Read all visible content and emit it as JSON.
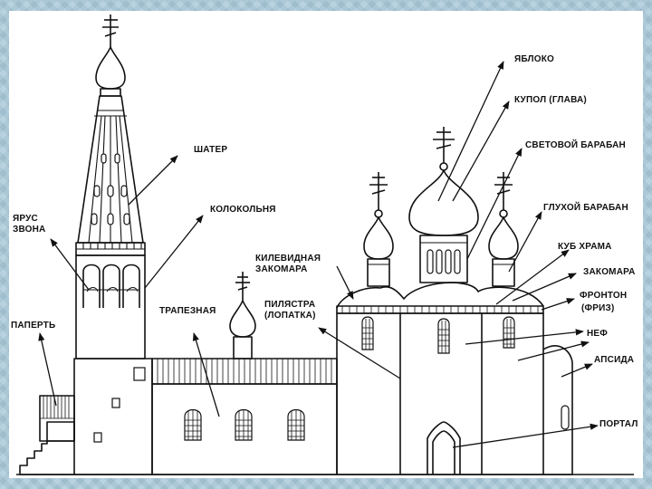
{
  "labels": {
    "yabloko": "ЯБЛОКО",
    "kupol": "КУПОЛ (ГЛАВА)",
    "svetovoy_baraban": "СВЕТОВОЙ БАРАБАН",
    "glukhoy_baraban": "ГЛУХОЙ БАРАБАН",
    "kub_khrama": "КУБ ХРАМА",
    "zakomara": "ЗАКОМАРА",
    "fronton_line1": "ФРОНТОН",
    "fronton_line2": "(ФРИЗ)",
    "nef": "НЕФ",
    "apsida": "АПСИДА",
    "portal": "ПОРТАЛ",
    "shater": "ШАТЕР",
    "kolokolnya": "КОЛОКОЛЬНЯ",
    "yarus_line1": "ЯРУС",
    "yarus_line2": "ЗВОНА",
    "paperti": "ПАПЕРТЬ",
    "trapeznaya": "ТРАПЕЗНАЯ",
    "kilevidnaya_line1": "КИЛЕВИДНАЯ",
    "kilevidnaya_line2": "ЗАКОМАРА",
    "pilyastra_line1": "ПИЛЯСТРА",
    "pilyastra_line2": "(ЛОПАТКА)"
  }
}
